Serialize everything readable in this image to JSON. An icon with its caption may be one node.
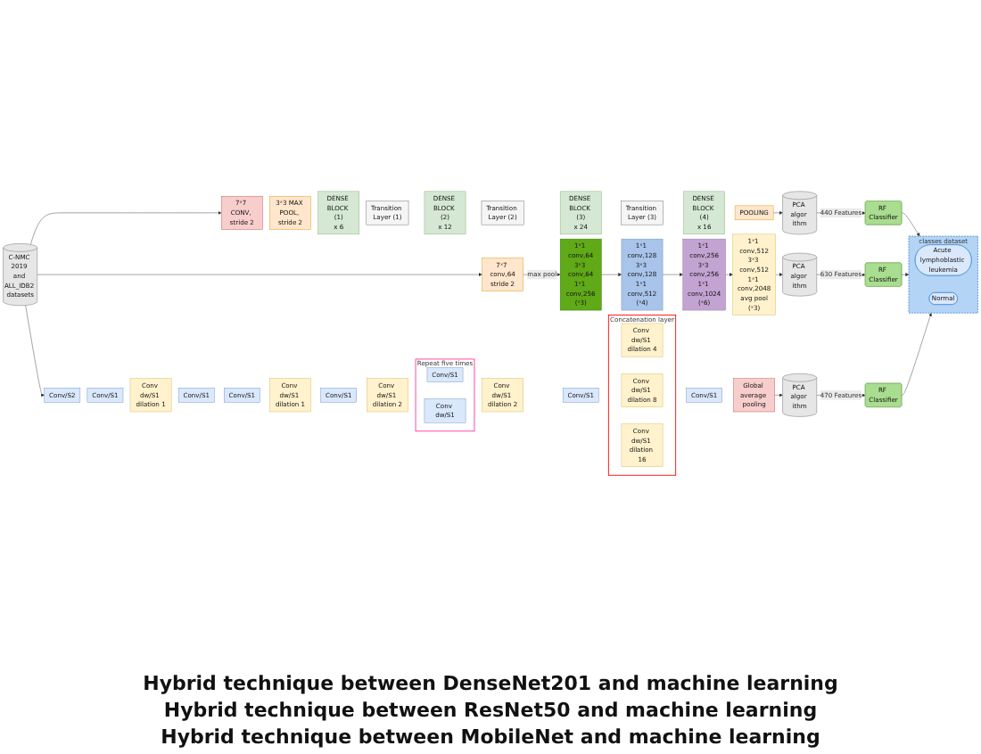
{
  "diagram": {
    "nodes": [
      {
        "text": [
          "C-NMC 2019 and ALL_IDB2 datasets"
        ]
      },
      {
        "text": [
          "7ˣ7 CONV, stride 2"
        ]
      },
      {
        "text": [
          "3ˣ3 MAX POOL, stride 2"
        ]
      },
      {
        "text": [
          "DENSE BLOCK (1)",
          "x 6"
        ]
      },
      {
        "text": [
          "Transition Layer (1)"
        ]
      },
      {
        "text": [
          "DENSE BLOCK (2)",
          "x 12"
        ]
      },
      {
        "text": [
          "Transition Layer (2)"
        ]
      },
      {
        "text": [
          "DENSE BLOCK (3)",
          "x 24"
        ]
      },
      {
        "text": [
          "Transition Layer (3)"
        ]
      },
      {
        "text": [
          "DENSE BLOCK (4)",
          "x 16"
        ]
      },
      {
        "text": [
          "POOLING"
        ]
      },
      {
        "text": [
          "PCA algor ithm"
        ]
      },
      {
        "text": [
          "RF Classifier"
        ]
      },
      {
        "text": [
          "7ˣ7 conv,64",
          "stride 2"
        ]
      },
      {
        "text": [
          "1ˣ1 conv,64",
          "3ˣ3 conv,64",
          "1ˣ1 conv,256",
          "(ˣ3)"
        ]
      },
      {
        "text": [
          "1ˣ1 conv,128",
          "3ˣ3 conv,128",
          "1ˣ1 conv,512",
          "(ˣ4)"
        ]
      },
      {
        "text": [
          "1ˣ1 conv,256",
          "3ˣ3 conv,256",
          "1ˣ1 conv,1024",
          "(ˣ6)"
        ]
      },
      {
        "text": [
          "1ˣ1 conv,512",
          "3ˣ3 conv,512",
          "1ˣ1 conv,2048",
          "avg pool",
          "(ˣ3)"
        ]
      },
      {
        "text": [
          "PCA algor ithm"
        ]
      },
      {
        "text": [
          "RF Classifier"
        ]
      },
      {
        "text": [
          "Conv/S2"
        ]
      },
      {
        "text": [
          "Conv/S1"
        ]
      },
      {
        "text": [
          "Conv dw/S1 dilation 1"
        ]
      },
      {
        "text": [
          "Conv/S1"
        ]
      },
      {
        "text": [
          "Conv/S1"
        ]
      },
      {
        "text": [
          "Conv dw/S1 dilation 1"
        ]
      },
      {
        "text": [
          "Conv/S1"
        ]
      },
      {
        "text": [
          "Conv dw/S1 dilation 2"
        ]
      },
      {
        "text": [
          "Repeat five times"
        ]
      },
      {
        "text": [
          "Conv/S1"
        ],
        "in": 28
      },
      {
        "text": [
          "Conv dw/S1"
        ],
        "in": 28
      },
      {
        "text": [
          "Conv dw/S1 dilation 2"
        ]
      },
      {
        "text": [
          "Conv/S1"
        ]
      },
      {
        "text": [
          "Concatenation layer"
        ]
      },
      {
        "text": [
          "Conv dw/S1 dilation 4"
        ],
        "in": 33
      },
      {
        "text": [
          "Conv dw/S1 dilation 8"
        ],
        "in": 33
      },
      {
        "text": [
          "Conv dw/S1 dilation 16"
        ],
        "in": 33
      },
      {
        "text": [
          "Conv/S1"
        ]
      },
      {
        "text": [
          "Global average pooling"
        ]
      },
      {
        "text": [
          "PCA algor ithm"
        ]
      },
      {
        "text": [
          "RF Classifier"
        ]
      },
      {
        "text": [
          "classes dataset"
        ]
      },
      {
        "text": [
          "Acute lymphoblastic leukemia"
        ],
        "in": 41
      },
      {
        "text": [
          "Normal"
        ],
        "in": 41
      }
    ],
    "edges": [
      {
        "from": 0,
        "to": 1,
        "arrow": "to"
      },
      {
        "from": 10,
        "to": 11,
        "arrow": "to"
      },
      {
        "from": 11,
        "to": 12,
        "arrow": "to",
        "label": "440 Features"
      },
      {
        "from": 12,
        "to": 41,
        "arrow": "to"
      },
      {
        "from": 0,
        "to": 13,
        "arrow": "to"
      },
      {
        "from": 13,
        "to": 14,
        "arrow": "to",
        "label": "max pool"
      },
      {
        "from": 14,
        "to": 15,
        "arrow": "to"
      },
      {
        "from": 15,
        "to": 16,
        "arrow": "to"
      },
      {
        "from": 16,
        "to": 17,
        "arrow": "to"
      },
      {
        "from": 17,
        "to": 18,
        "arrow": "to"
      },
      {
        "from": 18,
        "to": 19,
        "arrow": "to",
        "label": "630 Features"
      },
      {
        "from": 19,
        "to": 41,
        "arrow": "to"
      },
      {
        "from": 0,
        "to": 20,
        "arrow": "to"
      },
      {
        "from": 38,
        "to": 39,
        "arrow": "to"
      },
      {
        "from": 39,
        "to": 40,
        "arrow": "to",
        "label": "470 Features"
      },
      {
        "from": 40,
        "to": 41,
        "arrow": "to"
      }
    ],
    "labels": [
      "Hybrid technique between DenseNet201 and machine learning",
      "Hybrid technique between ResNet50 and machine learning",
      "Hybrid technique between MobileNet and machine learning"
    ]
  }
}
